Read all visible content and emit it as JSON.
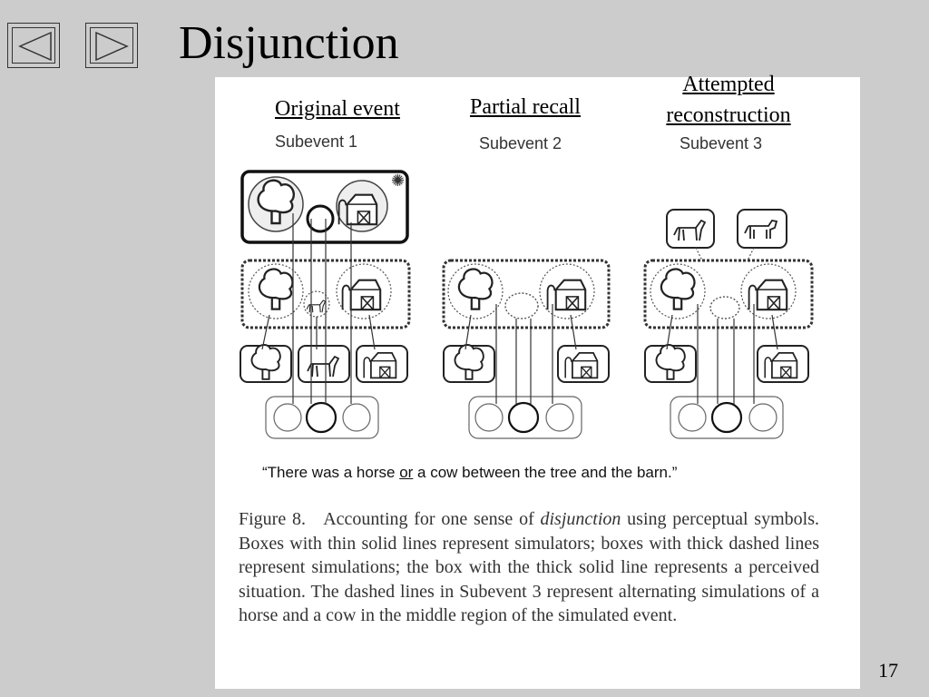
{
  "slide": {
    "title": "Disjunction",
    "page_number": "17"
  },
  "nav": {
    "prev_icon": "triangle-left-icon",
    "next_icon": "triangle-right-icon"
  },
  "figure": {
    "headings": {
      "original": "Original event",
      "partial": "Partial recall",
      "attempted_line1": "Attempted",
      "attempted_line2": "reconstruction"
    },
    "subevents": [
      "Subevent 1",
      "Subevent 2",
      "Subevent 3"
    ],
    "quote_before": "“There was a horse ",
    "quote_or": "or",
    "quote_after": " a cow between the tree and the barn.”",
    "caption_label": "Figure 8.",
    "caption_pre": "Accounting for one sense of ",
    "caption_italic": "disjunction",
    "caption_post": " using perceptual symbols. Boxes with thin solid lines represent simulators; boxes with thick dashed lines represent simulations; the box with the thick solid line represents a perceived situation. The dashed lines in Subevent 3 represent alternating simulations of a horse and a cow in the middle region of the simulated event."
  }
}
